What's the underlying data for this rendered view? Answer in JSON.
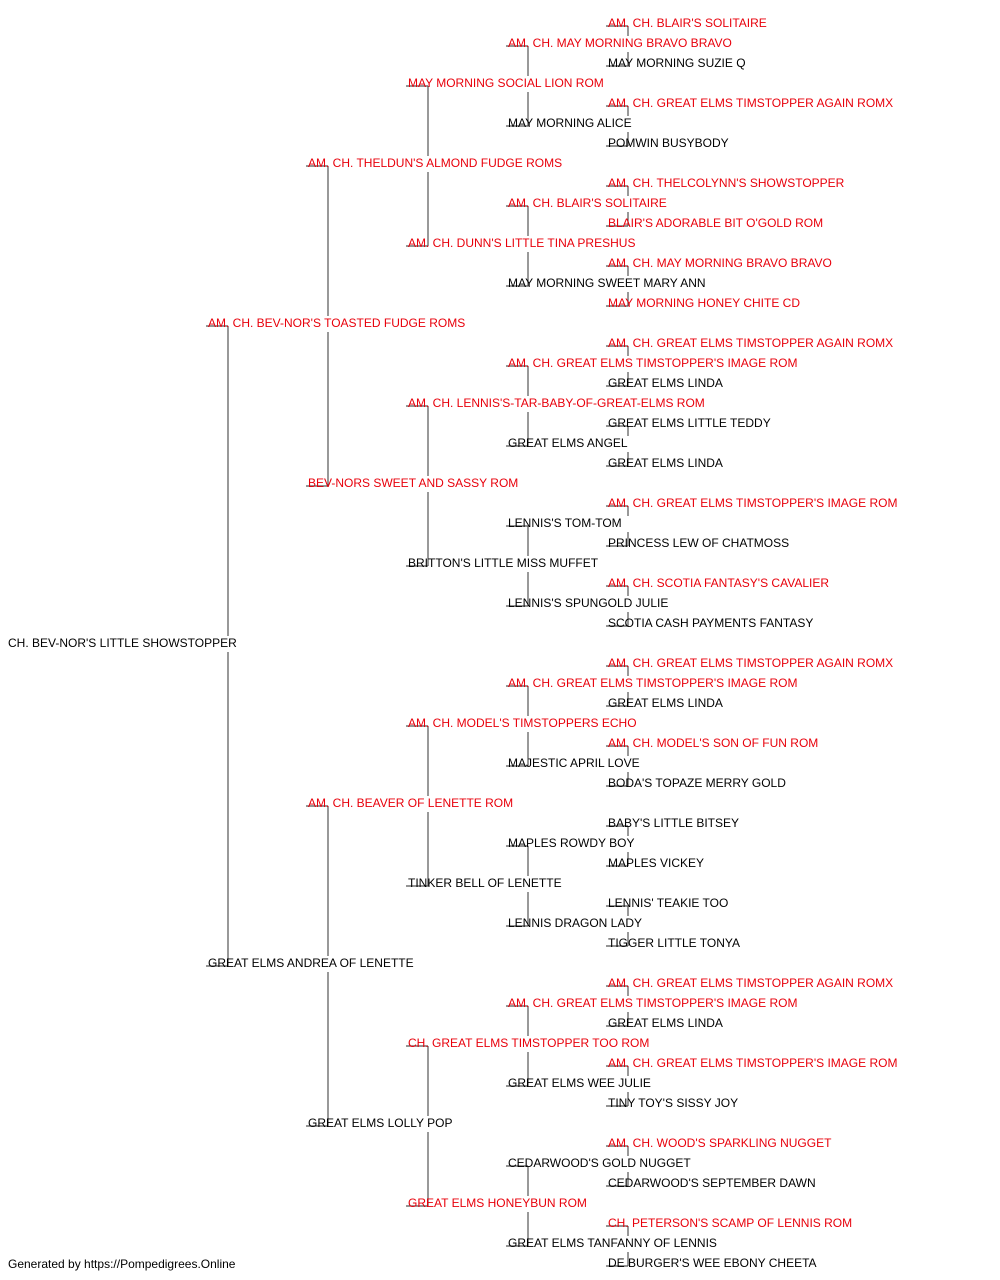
{
  "colors": {
    "champion": "#e8000b",
    "normal": "#000000",
    "line": "#555555"
  },
  "footer": "Generated by https://Pompedigrees.Online",
  "pedigree": [
    {
      "gen": 0,
      "name": "CH. BEV-NOR'S LITTLE SHOWSTOPPER",
      "champion": false
    },
    {
      "gen": 1,
      "name": "AM. CH. BEV-NOR'S TOASTED FUDGE ROMS",
      "champion": true
    },
    {
      "gen": 1,
      "name": "GREAT ELMS ANDREA OF LENETTE",
      "champion": false
    },
    {
      "gen": 2,
      "name": "AM. CH. THELDUN'S ALMOND FUDGE ROMS",
      "champion": true
    },
    {
      "gen": 2,
      "name": "BEV-NORS SWEET AND SASSY ROM",
      "champion": true
    },
    {
      "gen": 2,
      "name": "AM. CH. BEAVER OF LENETTE ROM",
      "champion": true
    },
    {
      "gen": 2,
      "name": "GREAT ELMS LOLLY POP",
      "champion": false
    },
    {
      "gen": 3,
      "name": "MAY MORNING SOCIAL LION ROM",
      "champion": true
    },
    {
      "gen": 3,
      "name": "AM. CH. DUNN'S LITTLE TINA PRESHUS",
      "champion": true
    },
    {
      "gen": 3,
      "name": "AM. CH. LENNIS'S-TAR-BABY-OF-GREAT-ELMS ROM",
      "champion": true
    },
    {
      "gen": 3,
      "name": "BRITTON'S LITTLE MISS MUFFET",
      "champion": false
    },
    {
      "gen": 3,
      "name": "AM. CH. MODEL'S TIMSTOPPERS ECHO",
      "champion": true
    },
    {
      "gen": 3,
      "name": "TINKER BELL OF LENETTE",
      "champion": false
    },
    {
      "gen": 3,
      "name": "CH. GREAT ELMS TIMSTOPPER TOO ROM",
      "champion": true
    },
    {
      "gen": 3,
      "name": "GREAT ELMS HONEYBUN ROM",
      "champion": true
    },
    {
      "gen": 4,
      "name": "AM. CH. MAY MORNING BRAVO BRAVO",
      "champion": true
    },
    {
      "gen": 4,
      "name": "MAY MORNING ALICE",
      "champion": false
    },
    {
      "gen": 4,
      "name": "AM. CH. BLAIR'S SOLITAIRE",
      "champion": true
    },
    {
      "gen": 4,
      "name": "MAY MORNING SWEET MARY ANN",
      "champion": false
    },
    {
      "gen": 4,
      "name": "AM. CH. GREAT ELMS TIMSTOPPER'S IMAGE ROM",
      "champion": true
    },
    {
      "gen": 4,
      "name": "GREAT ELMS ANGEL",
      "champion": false
    },
    {
      "gen": 4,
      "name": "LENNIS'S TOM-TOM",
      "champion": false
    },
    {
      "gen": 4,
      "name": "LENNIS'S SPUNGOLD JULIE",
      "champion": false
    },
    {
      "gen": 4,
      "name": "AM. CH. GREAT ELMS TIMSTOPPER'S IMAGE ROM",
      "champion": true
    },
    {
      "gen": 4,
      "name": "MAJESTIC APRIL LOVE",
      "champion": false
    },
    {
      "gen": 4,
      "name": "MAPLES ROWDY BOY",
      "champion": false
    },
    {
      "gen": 4,
      "name": "LENNIS DRAGON LADY",
      "champion": false
    },
    {
      "gen": 4,
      "name": "AM. CH. GREAT ELMS TIMSTOPPER'S IMAGE ROM",
      "champion": true
    },
    {
      "gen": 4,
      "name": "GREAT ELMS WEE JULIE",
      "champion": false
    },
    {
      "gen": 4,
      "name": "CEDARWOOD'S GOLD NUGGET",
      "champion": false
    },
    {
      "gen": 4,
      "name": "GREAT ELMS TANFANNY OF LENNIS",
      "champion": false
    },
    {
      "gen": 5,
      "name": "AM. CH. BLAIR'S SOLITAIRE",
      "champion": true
    },
    {
      "gen": 5,
      "name": "MAY MORNING SUZIE Q",
      "champion": false
    },
    {
      "gen": 5,
      "name": "AM. CH. GREAT ELMS TIMSTOPPER AGAIN ROMX",
      "champion": true
    },
    {
      "gen": 5,
      "name": "POMWIN BUSYBODY",
      "champion": false
    },
    {
      "gen": 5,
      "name": "AM. CH. THELCOLYNN'S SHOWSTOPPER",
      "champion": true
    },
    {
      "gen": 5,
      "name": "BLAIR'S ADORABLE BIT O'GOLD ROM",
      "champion": true
    },
    {
      "gen": 5,
      "name": "AM. CH. MAY MORNING BRAVO BRAVO",
      "champion": true
    },
    {
      "gen": 5,
      "name": "MAY MORNING HONEY CHITE CD",
      "champion": true
    },
    {
      "gen": 5,
      "name": "AM. CH. GREAT ELMS TIMSTOPPER AGAIN ROMX",
      "champion": true
    },
    {
      "gen": 5,
      "name": "GREAT ELMS LINDA",
      "champion": false
    },
    {
      "gen": 5,
      "name": "GREAT ELMS LITTLE TEDDY",
      "champion": false
    },
    {
      "gen": 5,
      "name": "GREAT ELMS LINDA",
      "champion": false
    },
    {
      "gen": 5,
      "name": "AM. CH. GREAT ELMS TIMSTOPPER'S IMAGE ROM",
      "champion": true
    },
    {
      "gen": 5,
      "name": "PRINCESS LEW OF CHATMOSS",
      "champion": false
    },
    {
      "gen": 5,
      "name": "AM. CH. SCOTIA FANTASY'S CAVALIER",
      "champion": true
    },
    {
      "gen": 5,
      "name": "SCOTIA CASH PAYMENTS FANTASY",
      "champion": false
    },
    {
      "gen": 5,
      "name": "AM. CH. GREAT ELMS TIMSTOPPER AGAIN ROMX",
      "champion": true
    },
    {
      "gen": 5,
      "name": "GREAT ELMS LINDA",
      "champion": false
    },
    {
      "gen": 5,
      "name": "AM. CH. MODEL'S SON OF FUN ROM",
      "champion": true
    },
    {
      "gen": 5,
      "name": "BODA'S TOPAZE MERRY GOLD",
      "champion": false
    },
    {
      "gen": 5,
      "name": "BABY'S LITTLE BITSEY",
      "champion": false
    },
    {
      "gen": 5,
      "name": "MAPLES VICKEY",
      "champion": false
    },
    {
      "gen": 5,
      "name": "LENNIS' TEAKIE TOO",
      "champion": false
    },
    {
      "gen": 5,
      "name": "TIGGER LITTLE TONYA",
      "champion": false
    },
    {
      "gen": 5,
      "name": "AM. CH. GREAT ELMS TIMSTOPPER AGAIN ROMX",
      "champion": true
    },
    {
      "gen": 5,
      "name": "GREAT ELMS LINDA",
      "champion": false
    },
    {
      "gen": 5,
      "name": "AM. CH. GREAT ELMS TIMSTOPPER'S IMAGE ROM",
      "champion": true
    },
    {
      "gen": 5,
      "name": "TINY TOY'S SISSY JOY",
      "champion": false
    },
    {
      "gen": 5,
      "name": "AM. CH. WOOD'S SPARKLING NUGGET",
      "champion": true
    },
    {
      "gen": 5,
      "name": "CEDARWOOD'S SEPTEMBER DAWN",
      "champion": false
    },
    {
      "gen": 5,
      "name": "CH. PETERSON'S SCAMP OF LENNIS ROM",
      "champion": true
    },
    {
      "gen": 5,
      "name": "DE BURGER'S WEE EBONY CHEETA",
      "champion": false
    }
  ]
}
